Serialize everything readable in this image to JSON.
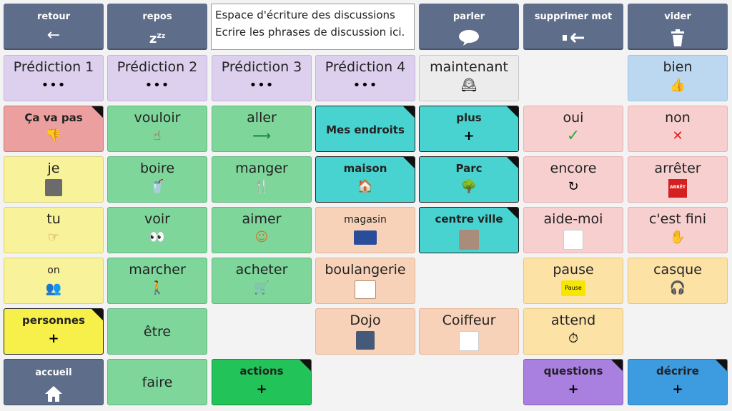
{
  "toolbar": {
    "back": "retour",
    "rest": "repos",
    "speak": "parler",
    "delete_word": "supprimer mot",
    "clear": "vider"
  },
  "message": {
    "title": "Espace d'écriture des discussions",
    "hint": "Ecrire les phrases de discussion ici."
  },
  "predictions": {
    "p1": "Prédiction 1",
    "p2": "Prédiction 2",
    "p3": "Prédiction 3",
    "p4": "Prédiction 4",
    "dots": "•••"
  },
  "words": {
    "maintenant": "maintenant",
    "bien": "bien",
    "ca_va_pas": "Ça va pas",
    "vouloir": "vouloir",
    "aller": "aller",
    "mes_endroits": "Mes endroits",
    "plus": "plus",
    "oui": "oui",
    "non": "non",
    "je": "je",
    "boire": "boire",
    "manger": "manger",
    "maison": "maison",
    "parc": "Parc",
    "encore": "encore",
    "arreter": "arrêter",
    "tu": "tu",
    "voir": "voir",
    "aimer": "aimer",
    "magasin": "magasin",
    "centre_ville": "centre ville",
    "aide_moi": "aide-moi",
    "cest_fini": "c'est fini",
    "on": "on",
    "marcher": "marcher",
    "acheter": "acheter",
    "boulangerie": "boulangerie",
    "pause": "pause",
    "casque": "casque",
    "personnes": "personnes",
    "etre": "être",
    "dojo": "Dojo",
    "coiffeur": "Coiffeur",
    "attend": "attend",
    "accueil": "accueil",
    "faire": "faire",
    "actions": "actions",
    "questions": "questions",
    "decrire": "décrire"
  },
  "symbols": {
    "pause_sign": "Pause",
    "arret_sign": "ARRÊT"
  }
}
